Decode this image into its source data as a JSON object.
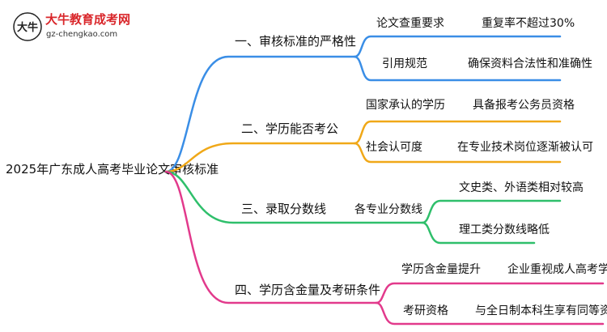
{
  "logo": {
    "site_name": "大牛教育成考网",
    "url": "gz-chengkao.com",
    "mark_text": "大牛"
  },
  "root": "2025年广东成人高考毕业论文审核标准",
  "colors": {
    "blue": "#3a8ee6",
    "orange": "#f0a818",
    "green": "#2fbf6b",
    "magenta": "#e23a8c"
  },
  "branches": [
    {
      "label": "一、审核标准的严格性",
      "color": "blue",
      "children": [
        {
          "label": "论文查重要求",
          "children": [
            "重复率不超过30%"
          ]
        },
        {
          "label": "引用规范",
          "children": [
            "确保资料合法性和准确性"
          ]
        }
      ]
    },
    {
      "label": "二、学历能否考公",
      "color": "orange",
      "children": [
        {
          "label": "国家承认的学历",
          "children": [
            "具备报考公务员资格"
          ]
        },
        {
          "label": "社会认可度",
          "children": [
            "在专业技术岗位逐渐被认可"
          ]
        }
      ]
    },
    {
      "label": "三、录取分数线",
      "color": "green",
      "children": [
        {
          "label": "各专业分数线",
          "children": [
            "文史类、外语类相对较高",
            "理工类分数线略低"
          ]
        }
      ]
    },
    {
      "label": "四、学历含金量及考研条件",
      "color": "magenta",
      "children": [
        {
          "label": "学历含金量提升",
          "children": [
            "企业重视成人高考学历"
          ]
        },
        {
          "label": "考研资格",
          "children": [
            "与全日制本科生享有同等资格"
          ]
        }
      ]
    }
  ]
}
